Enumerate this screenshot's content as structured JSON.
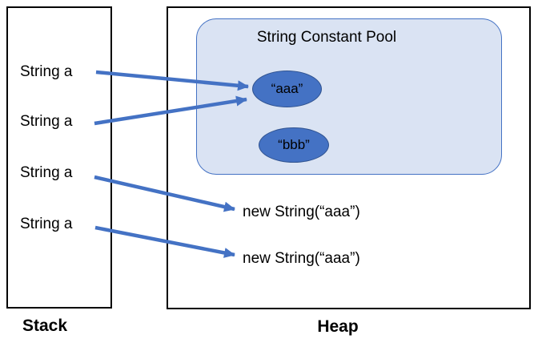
{
  "stack": {
    "label": "Stack",
    "items": [
      "String a",
      "String a",
      "String a",
      "String a"
    ]
  },
  "heap": {
    "label": "Heap",
    "pool": {
      "title": "String Constant Pool",
      "constants": [
        "“aaa”",
        "“bbb”"
      ]
    },
    "objects": [
      "new String(“aaa”)",
      "new String(“aaa”)"
    ]
  },
  "connections": [
    {
      "from": "stack-item-1",
      "to": "pool-constant-aaa"
    },
    {
      "from": "stack-item-2",
      "to": "pool-constant-aaa"
    },
    {
      "from": "stack-item-3",
      "to": "heap-object-1"
    },
    {
      "from": "stack-item-4",
      "to": "heap-object-2"
    }
  ],
  "colors": {
    "arrow": "#4472c4",
    "ellipse_fill": "#4472c4",
    "ellipse_border": "#2f528f",
    "pool_fill": "#dae3f3",
    "pool_border": "#4472c4",
    "box_border": "#000000",
    "text": "#000000"
  }
}
